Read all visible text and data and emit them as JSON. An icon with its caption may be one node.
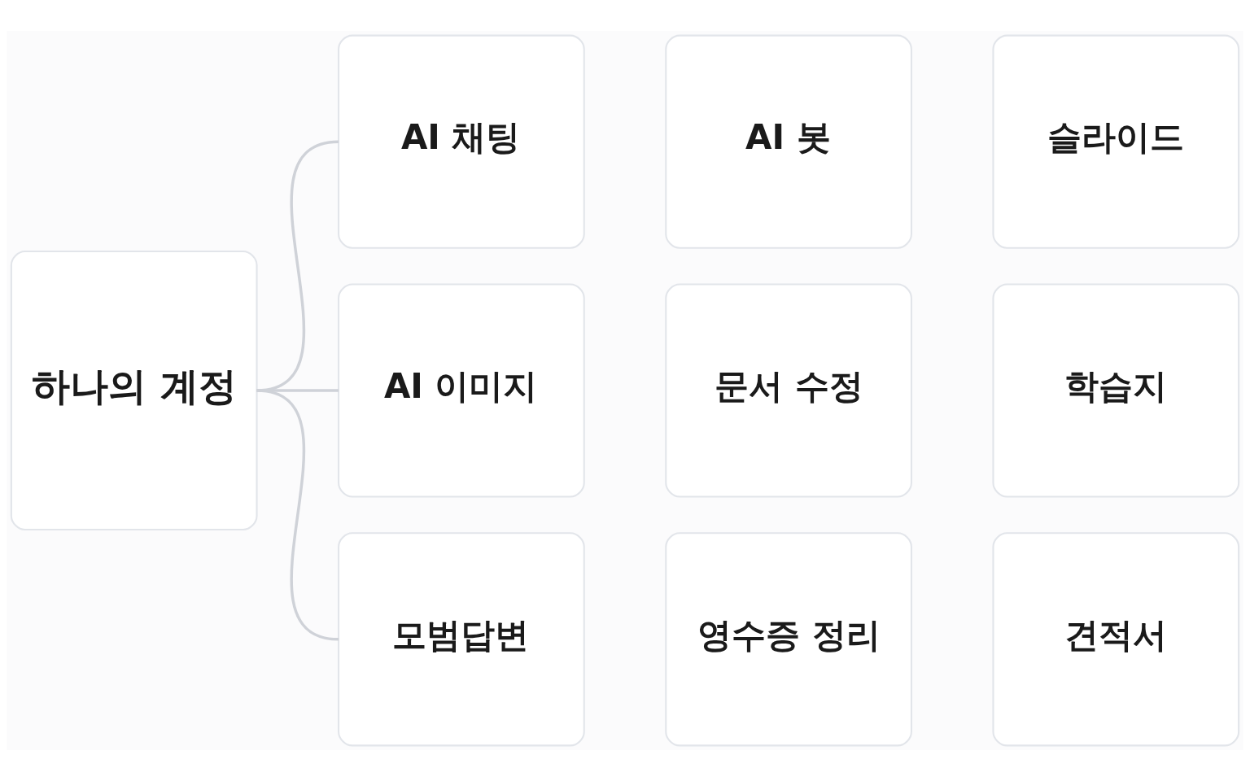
{
  "diagram": {
    "nodes": [
      {
        "text": [
          "하나의 계정"
        ]
      },
      {
        "text": [
          "AI 채팅"
        ]
      },
      {
        "text": [
          "AI 봇"
        ]
      },
      {
        "text": [
          "슬라이드"
        ]
      },
      {
        "text": [
          "AI 이미지"
        ]
      },
      {
        "text": [
          "문서 수정"
        ]
      },
      {
        "text": [
          "학습지"
        ]
      },
      {
        "text": [
          "모범답변"
        ]
      },
      {
        "text": [
          "영수증 정리"
        ]
      },
      {
        "text": [
          "견적서"
        ]
      }
    ],
    "edges": [
      {
        "from": 0,
        "to": 1,
        "arrow": "none"
      },
      {
        "from": 0,
        "to": 4,
        "arrow": "none"
      },
      {
        "from": 0,
        "to": 7,
        "arrow": "none"
      }
    ]
  }
}
